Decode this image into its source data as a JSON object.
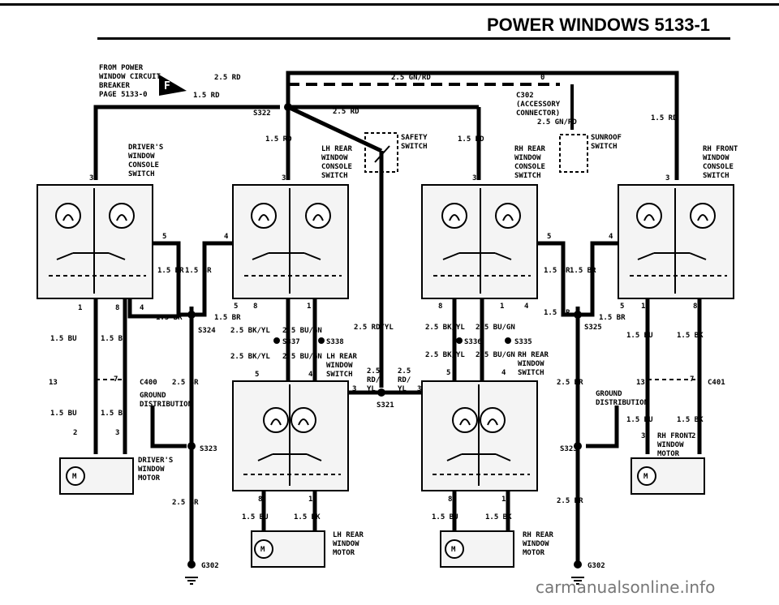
{
  "header": {
    "title": "POWER WINDOWS  5133-1"
  },
  "watermark": "carmanualsonline.info",
  "colors": {
    "ink": "#000000",
    "box_fill": "#f4f4f4"
  },
  "labels": {
    "source_1": "FROM POWER",
    "source_2": "WINDOW CIRCUIT",
    "source_3": "BREAKER",
    "source_4": "PAGE 5133-0",
    "fuse_letter": "F",
    "wire_25rd": "2.5 RD",
    "wire_15rd": "1.5 RD",
    "wire_25gnrd": "2.5 GN/RD",
    "wire_25gnrd_b": "2.5 GN/RD",
    "splice_s322": "S322",
    "conn_c302": "C302",
    "conn_c302_note1": "(ACCESSORY",
    "conn_c302_note2": "CONNECTOR)",
    "conn_c302_pin": "0",
    "sunroof_1": "SUNROOF",
    "sunroof_2": "SWITCH",
    "safety_1": "SAFETY",
    "safety_2": "SWITCH",
    "drv_console_1": "DRIVER'S",
    "drv_console_2": "WINDOW",
    "drv_console_3": "CONSOLE",
    "drv_console_4": "SWITCH",
    "lhr_console_1": "LH REAR",
    "lhr_console_2": "WINDOW",
    "lhr_console_3": "CONSOLE",
    "lhr_console_4": "SWITCH",
    "rhr_console_1": "RH REAR",
    "rhr_console_2": "WINDOW",
    "rhr_console_3": "CONSOLE",
    "rhr_console_4": "SWITCH",
    "rhf_console_1": "RH FRONT",
    "rhf_console_2": "WINDOW",
    "rhf_console_3": "CONSOLE",
    "rhf_console_4": "SWITCH",
    "wire_15bu": "1.5 BU",
    "wire_15bk": "1.5 BK",
    "wire_15br": "1.5 BR",
    "wire_25br": "2.5 BR",
    "wire_25bkyl": "2.5 BK/YL",
    "wire_25bugn": "2.5 BU/GN",
    "wire_25rdyl": "2.5 RD/YL",
    "wire_25rdyl_a": "2.5",
    "wire_25rdyl_b": "RD/",
    "wire_25rdyl_c": "YL",
    "s324": "S324",
    "s325": "S325",
    "s337": "S337",
    "s338": "S338",
    "s336": "S336",
    "s335": "S335",
    "s321": "S321",
    "s323": "S323",
    "c400": "C400",
    "c401": "C401",
    "g302": "G302",
    "ground_1": "GROUND",
    "ground_2": "DISTRIBUTION",
    "lhr_switch_1": "LH REAR",
    "lhr_switch_2": "WINDOW",
    "lhr_switch_3": "SWITCH",
    "rhr_switch_1": "RH REAR",
    "rhr_switch_2": "WINDOW",
    "rhr_switch_3": "SWITCH",
    "drv_motor_1": "DRIVER'S",
    "drv_motor_2": "WINDOW",
    "drv_motor_3": "MOTOR",
    "rhf_motor_1": "RH FRONT",
    "rhf_motor_2": "WINDOW",
    "rhf_motor_3": "MOTOR",
    "lhr_motor_1": "LH REAR",
    "lhr_motor_2": "WINDOW",
    "lhr_motor_3": "MOTOR",
    "rhr_motor_1": "RH REAR",
    "rhr_motor_2": "WINDOW",
    "rhr_motor_3": "MOTOR",
    "pin_1": "1",
    "pin_2": "2",
    "pin_3": "3",
    "pin_4": "4",
    "pin_5": "5",
    "pin_7": "7",
    "pin_8": "8",
    "pin_13": "13",
    "motor_m": "M"
  }
}
